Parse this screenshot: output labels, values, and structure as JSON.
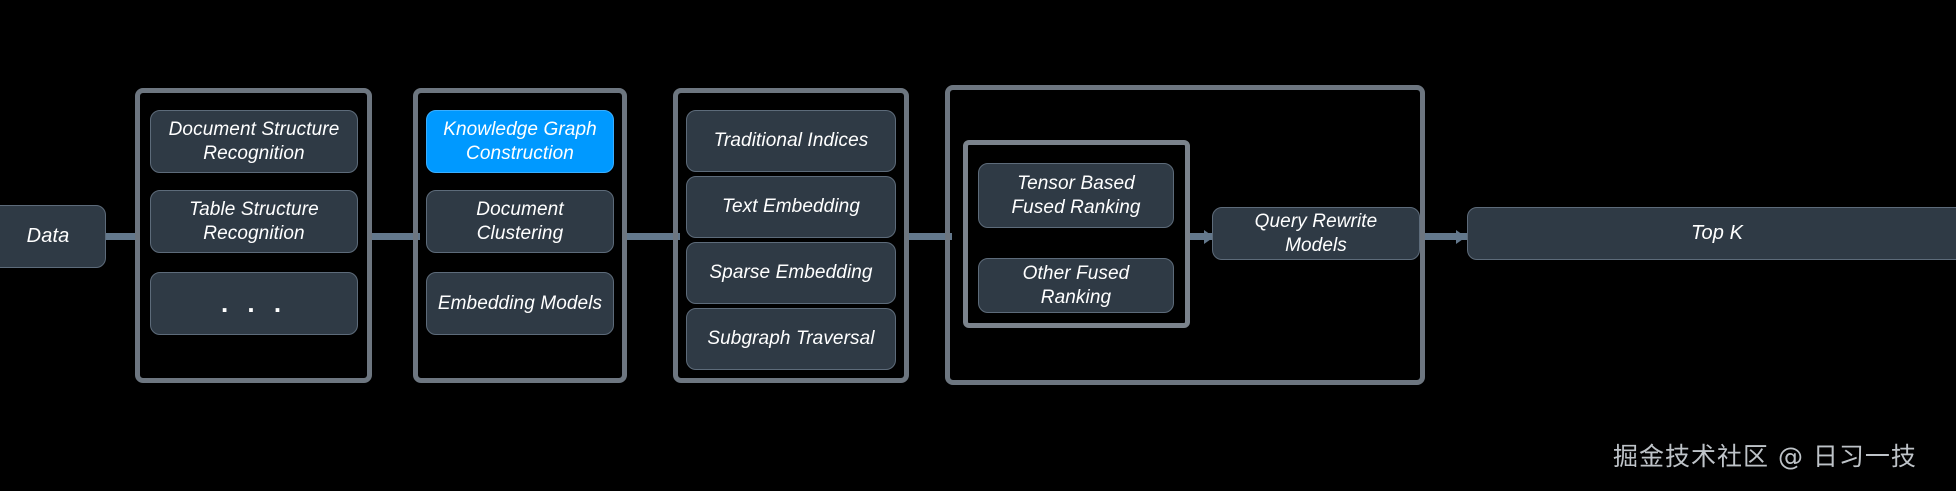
{
  "diagram": {
    "background_color": "#000000",
    "node_fill": "#2f3a45",
    "node_border": "#5d6b7a",
    "highlight_color": "#0099ff",
    "connector_color": "#63788c",
    "group_border": "#6d7680",
    "text_color": "#ffffff"
  },
  "input": {
    "label": "Data"
  },
  "stages": [
    {
      "name": "parsing-stage",
      "items": [
        {
          "label": "Document Structure\nRecognition",
          "highlighted": false
        },
        {
          "label": "Table Structure\nRecognition",
          "highlighted": false
        },
        {
          "label": ". . .",
          "highlighted": false
        }
      ]
    },
    {
      "name": "knowledge-stage",
      "items": [
        {
          "label": "Knowledge Graph\nConstruction",
          "highlighted": true
        },
        {
          "label": "Document Clustering",
          "highlighted": false
        },
        {
          "label": "Embedding Models",
          "highlighted": false
        }
      ]
    },
    {
      "name": "indexing-stage",
      "items": [
        {
          "label": "Traditional Indices",
          "highlighted": false
        },
        {
          "label": "Text Embedding",
          "highlighted": false
        },
        {
          "label": "Sparse Embedding",
          "highlighted": false
        },
        {
          "label": "Subgraph Traversal",
          "highlighted": false
        }
      ]
    },
    {
      "name": "ranking-stage",
      "sub_group": {
        "name": "fused-ranking-group",
        "items": [
          {
            "label": "Tensor Based\nFused Ranking",
            "highlighted": false
          },
          {
            "label": "Other Fused Ranking",
            "highlighted": false
          }
        ]
      },
      "items": [
        {
          "label": "Query Rewrite Models",
          "highlighted": false
        }
      ]
    }
  ],
  "output": {
    "label": "Top K"
  },
  "watermark": {
    "text": "掘金技术社区 @ 日习一技"
  }
}
